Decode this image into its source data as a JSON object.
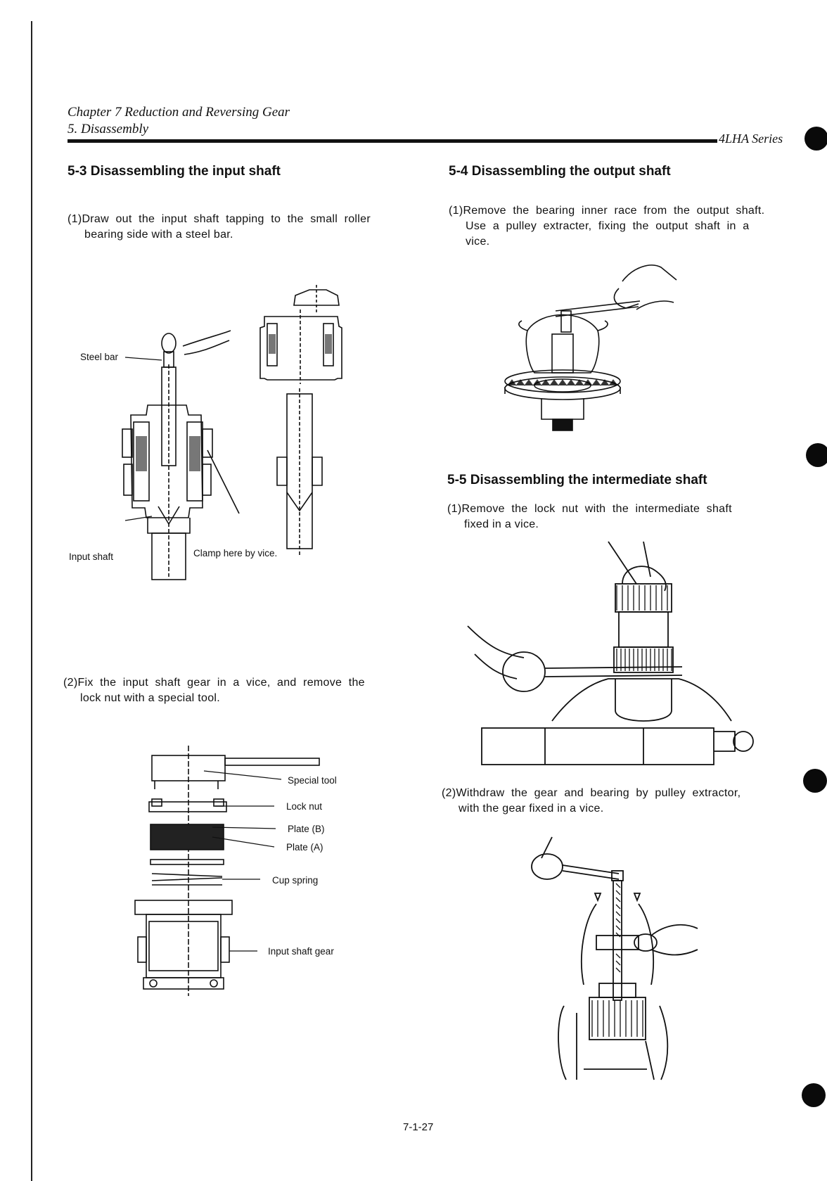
{
  "header": {
    "chapter": "Chapter 7 Reduction and Reversing Gear",
    "section": "5. Disassembly",
    "series": "4LHA Series"
  },
  "sections": {
    "s53": {
      "title": "5-3  Disassembling the input shaft",
      "step1_line1": "(1)Draw  out  the  input  shaft  tapping  to  the  small  roller",
      "step1_line2": "bearing side with a steel bar.",
      "fig1_labels": {
        "steel_bar": "Steel bar",
        "input_shaft": "Input shaft",
        "clamp": "Clamp here by vice."
      },
      "step2_line1": "(2)Fix  the  input  shaft  gear  in  a  vice,  and  remove  the",
      "step2_line2": "lock nut with a special tool.",
      "fig2_labels": {
        "special_tool": "Special tool",
        "lock_nut": "Lock nut",
        "plate_b": "Plate (B)",
        "plate_a": "Plate (A)",
        "cup_spring": "Cup spring",
        "input_shaft_gear": "Input shaft gear"
      }
    },
    "s54": {
      "title": "5-4  Disassembling the output shaft",
      "step1_line1": "(1)Remove  the  bearing  inner  race  from  the  output  shaft.",
      "step1_line2": "Use  a  pulley  extracter,  fixing  the  output  shaft  in  a",
      "step1_line3": "vice."
    },
    "s55": {
      "title": "5-5  Disassembling the intermediate shaft",
      "step1_line1": "(1)Remove  the  lock  nut  with  the  intermediate  shaft",
      "step1_line2": "fixed in a vice.",
      "step2_line1": "(2)Withdraw  the  gear  and  bearing  by  pulley  extractor,",
      "step2_line2": "with the gear fixed in a vice."
    }
  },
  "footer": {
    "page_number": "7-1-27"
  }
}
